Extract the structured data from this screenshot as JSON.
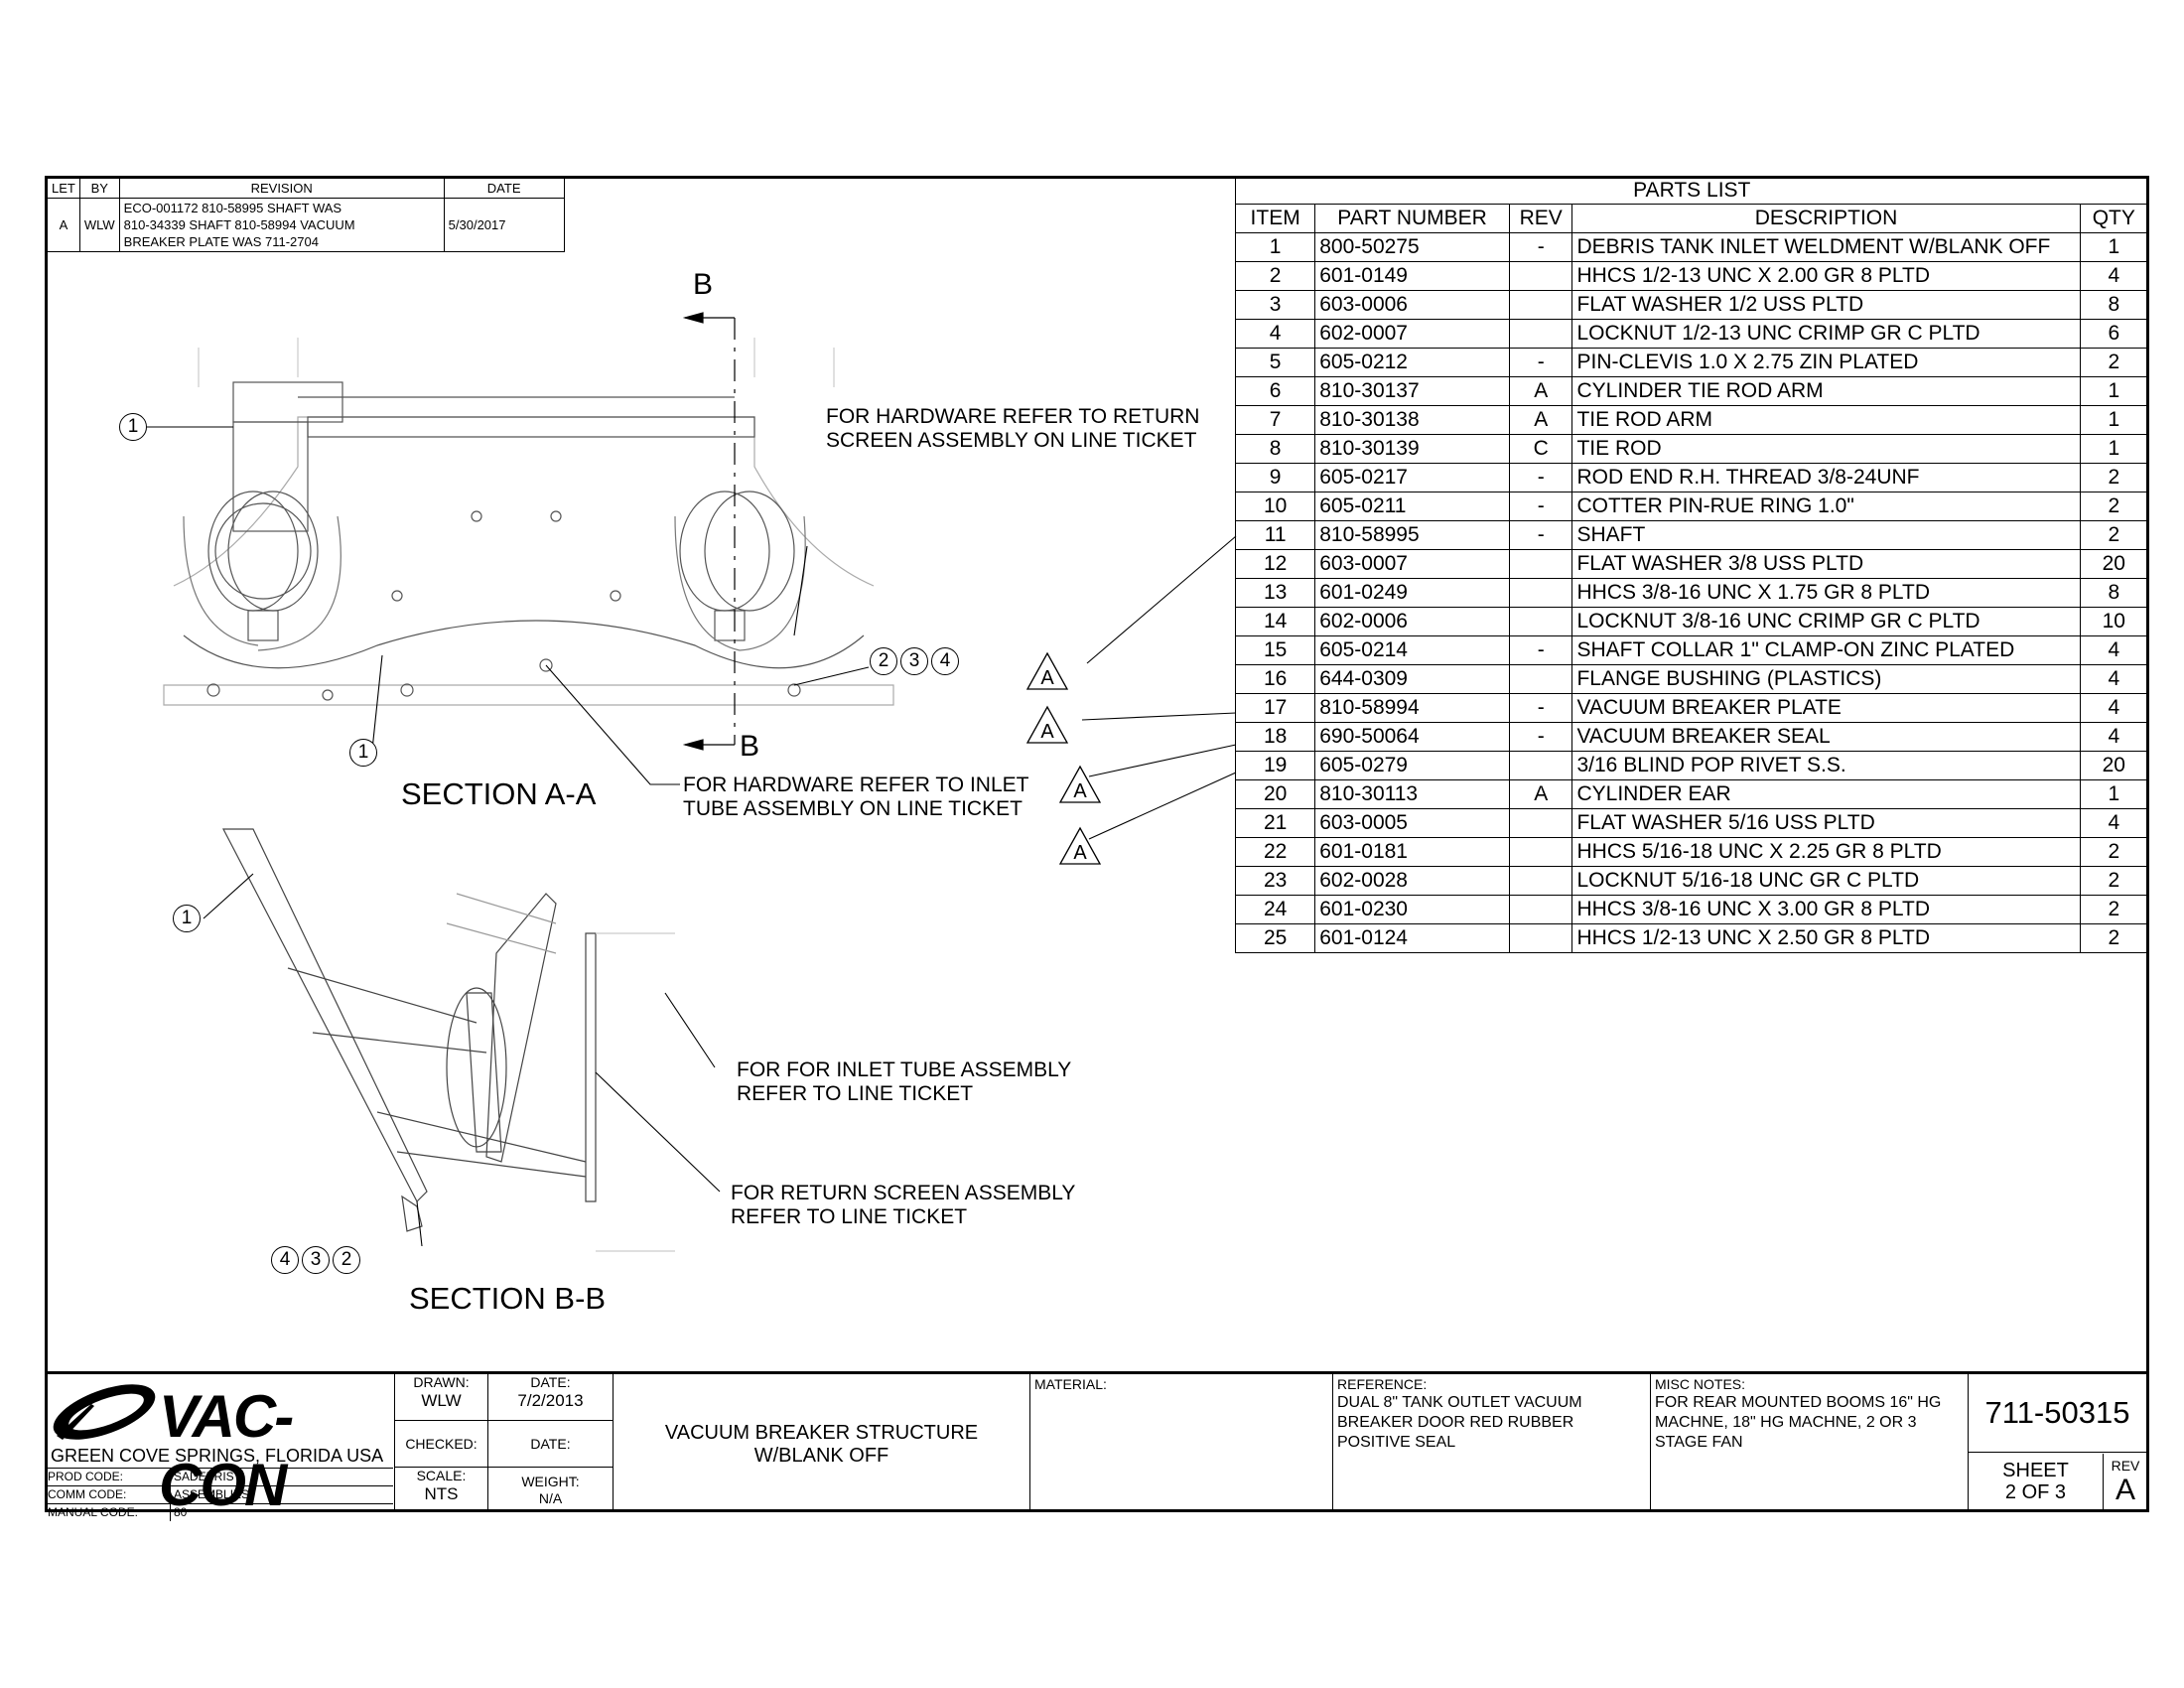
{
  "revision_block": {
    "headers": [
      "LET",
      "BY",
      "REVISION",
      "DATE"
    ],
    "rows": [
      {
        "let": "A",
        "by": "WLW",
        "revision_lines": [
          "ECO-001172  810-58995 SHAFT WAS",
          "810-34339 SHAFT 810-58994 VACUUM",
          "BREAKER PLATE  WAS 711-2704"
        ],
        "date": "5/30/2017"
      }
    ]
  },
  "parts_list": {
    "title": "PARTS LIST",
    "headers": [
      "ITEM",
      "PART NUMBER",
      "REV",
      "DESCRIPTION",
      "QTY"
    ],
    "rows": [
      [
        "1",
        "800-50275",
        "-",
        "DEBRIS TANK INLET WELDMENT W/BLANK OFF",
        "1"
      ],
      [
        "2",
        "601-0149",
        "",
        "HHCS 1/2-13 UNC X 2.00 GR 8 PLTD",
        "4"
      ],
      [
        "3",
        "603-0006",
        "",
        "FLAT WASHER 1/2 USS PLTD",
        "8"
      ],
      [
        "4",
        "602-0007",
        "",
        "LOCKNUT 1/2-13 UNC CRIMP GR C PLTD",
        "6"
      ],
      [
        "5",
        "605-0212",
        "-",
        "PIN-CLEVIS 1.0 X 2.75 ZIN PLATED",
        "2"
      ],
      [
        "6",
        "810-30137",
        "A",
        "CYLINDER TIE ROD ARM",
        "1"
      ],
      [
        "7",
        "810-30138",
        "A",
        "TIE ROD ARM",
        "1"
      ],
      [
        "8",
        "810-30139",
        "C",
        "TIE ROD",
        "1"
      ],
      [
        "9",
        "605-0217",
        "-",
        "ROD END R.H. THREAD 3/8-24UNF",
        "2"
      ],
      [
        "10",
        "605-0211",
        "-",
        "COTTER PIN-RUE RING 1.0\"",
        "2"
      ],
      [
        "11",
        "810-58995",
        "-",
        "SHAFT",
        "2"
      ],
      [
        "12",
        "603-0007",
        "",
        "FLAT WASHER 3/8 USS PLTD",
        "20"
      ],
      [
        "13",
        "601-0249",
        "",
        "HHCS 3/8-16 UNC X 1.75 GR 8 PLTD",
        "8"
      ],
      [
        "14",
        "602-0006",
        "",
        "LOCKNUT 3/8-16 UNC CRIMP GR C PLTD",
        "10"
      ],
      [
        "15",
        "605-0214",
        "-",
        "SHAFT COLLAR 1\" CLAMP-ON ZINC PLATED",
        "4"
      ],
      [
        "16",
        "644-0309",
        "",
        "FLANGE BUSHING (PLASTICS)",
        "4"
      ],
      [
        "17",
        "810-58994",
        "-",
        "VACUUM BREAKER PLATE",
        "4"
      ],
      [
        "18",
        "690-50064",
        "-",
        "VACUUM BREAKER SEAL",
        "4"
      ],
      [
        "19",
        "605-0279",
        "",
        "3/16 BLIND POP RIVET S.S.",
        "20"
      ],
      [
        "20",
        "810-30113",
        "A",
        "CYLINDER EAR",
        "1"
      ],
      [
        "21",
        "603-0005",
        "",
        "FLAT WASHER 5/16 USS PLTD",
        "4"
      ],
      [
        "22",
        "601-0181",
        "",
        "HHCS 5/16-18 UNC X 2.25 GR 8 PLTD",
        "2"
      ],
      [
        "23",
        "602-0028",
        "",
        "LOCKNUT 5/16-18 UNC GR C PLTD",
        "2"
      ],
      [
        "24",
        "601-0230",
        "",
        "HHCS 3/8-16 UNC X 3.00 GR 8 PLTD",
        "2"
      ],
      [
        "25",
        "601-0124",
        "",
        "HHCS 1/2-13 UNC X 2.50 GR 8 PLTD",
        "2"
      ]
    ]
  },
  "drawing": {
    "section_aa": "SECTION A-A",
    "section_bb": "SECTION B-B",
    "cut_label_top": "B",
    "cut_label_bottom": "B",
    "note_return_screen_1": [
      "FOR HARDWARE REFER TO RETURN",
      "SCREEN ASSEMBLY ON LINE TICKET"
    ],
    "note_inlet_tube_1": [
      "FOR HARDWARE REFER TO INLET",
      "TUBE ASSEMBLY ON LINE TICKET"
    ],
    "note_inlet_tube_2": [
      "FOR FOR INLET TUBE ASSEMBLY",
      "REFER TO LINE TICKET"
    ],
    "note_return_screen_2": [
      "FOR RETURN SCREEN ASSEMBLY",
      "REFER TO LINE TICKET"
    ],
    "balloon_1": "1",
    "balloon_2": "2",
    "balloon_3": "3",
    "balloon_4": "4",
    "rev_flag": "A"
  },
  "title_block": {
    "logo": "VAC-CON",
    "location": "GREEN COVE SPRINGS, FLORIDA USA",
    "prod_code_label": "PROD CODE:",
    "prod_code": "SADEBRIS",
    "comm_code_label": "COMM CODE:",
    "comm_code": "ASSEMBLIES",
    "manual_code_label": "MANUAL CODE:",
    "manual_code": "80",
    "drawn_label": "DRAWN:",
    "drawn": "WLW",
    "date_label": "DATE:",
    "date": "7/2/2013",
    "checked_label": "CHECKED:",
    "checked_date_label": "DATE:",
    "scale_label": "SCALE:",
    "scale": "NTS",
    "weight_label": "WEIGHT:",
    "weight": "N/A",
    "title_lines": [
      "VACUUM BREAKER STRUCTURE",
      "W/BLANK OFF"
    ],
    "material_label": "MATERIAL:",
    "reference_label": "REFERENCE:",
    "reference_lines": [
      "DUAL 8\" TANK OUTLET VACUUM",
      "BREAKER DOOR RED RUBBER",
      "POSITIVE SEAL"
    ],
    "misc_notes_label": "MISC NOTES:",
    "misc_notes_lines": [
      "FOR REAR MOUNTED BOOMS 16\" HG",
      "MACHNE, 18\" HG MACHNE, 2 OR 3",
      "STAGE FAN"
    ],
    "drawing_number": "711-50315",
    "sheet_label": "SHEET",
    "sheet": "2  OF 3",
    "rev_label": "REV",
    "rev": "A"
  }
}
